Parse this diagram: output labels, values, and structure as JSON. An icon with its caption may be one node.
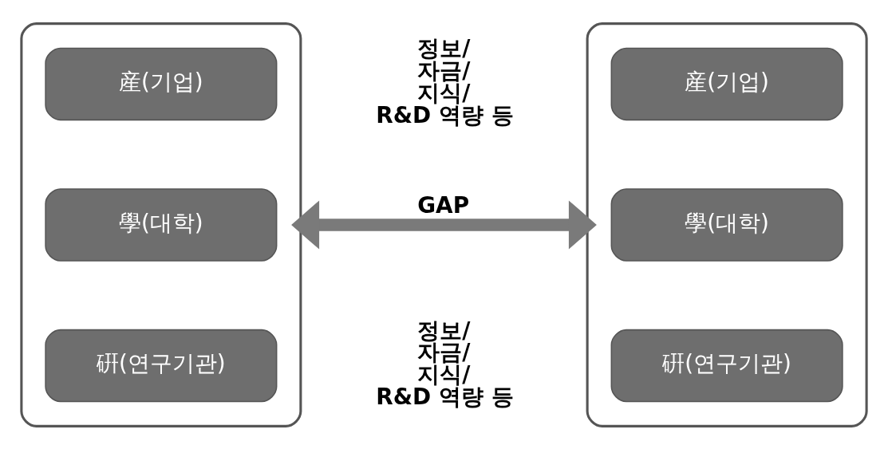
{
  "diagram": {
    "nodes": [
      {
        "text": [],
        "shape": "box"
      },
      {
        "text": [
          "産(기업)"
        ],
        "in": 0
      },
      {
        "text": [
          "學(대학)"
        ],
        "in": 0
      },
      {
        "text": [
          "硏(연구기관)"
        ],
        "in": 0
      },
      {
        "text": [],
        "shape": "box"
      },
      {
        "text": [
          "産(기업)"
        ],
        "in": 4
      },
      {
        "text": [
          "學(대학)"
        ],
        "in": 4
      },
      {
        "text": [
          "硏(연구기관)"
        ],
        "in": 4
      }
    ],
    "edges": [
      {
        "from": 0,
        "to": 4,
        "arrow": "both",
        "label": "GAP"
      }
    ],
    "labels": [
      "정보/ 자금/ 지식/ R&D 역량 등",
      "정보/ 자금/ 지식/ R&D 역량 등"
    ]
  }
}
